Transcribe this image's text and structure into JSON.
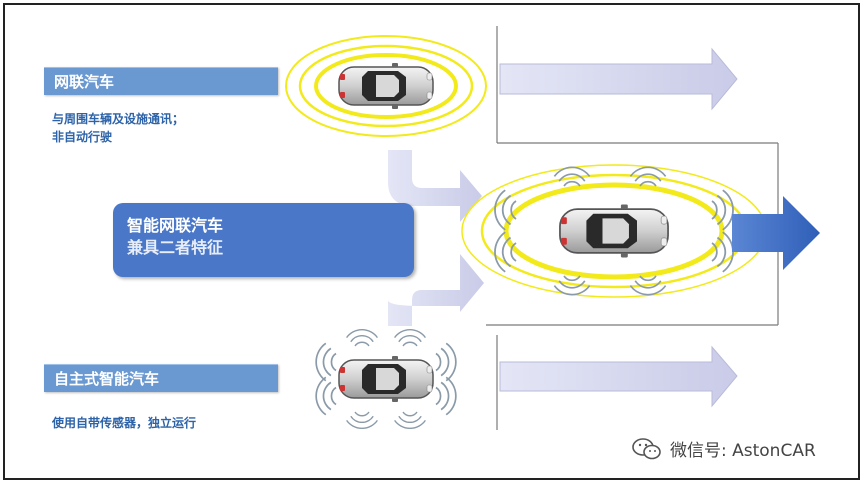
{
  "connected_car": {
    "label": "网联汽车",
    "desc_line1": "与周围车辆及设施通讯；",
    "desc_line2": "非自动行驶"
  },
  "smart_connected_car": {
    "title": "智能网联汽车",
    "subtitle": "兼具二者特征"
  },
  "autonomous_car": {
    "label": "自主式智能汽车",
    "desc": "使用自带传感器，独立运行"
  },
  "watermark": {
    "text": "微信号: AstonCAR",
    "icon": "wechat-icon"
  },
  "colors": {
    "label_blue": "#6a98d1",
    "box_blue": "#4a77c7",
    "arrow_light": "#d4d6ee",
    "arrow_dark": "#3d6fc8",
    "signal_yellow": "#f2ea1a"
  }
}
